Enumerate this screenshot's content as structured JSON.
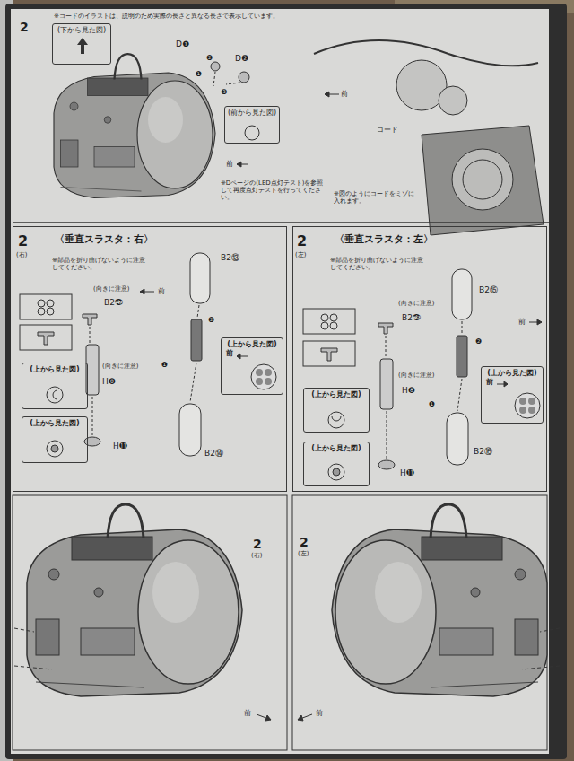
{
  "diagram": {
    "nodes": [
      {
        "text": [
          "(下から見た図)"
        ]
      },
      {
        "text": [
          "(前から見た図)"
        ]
      },
      {
        "text": [
          "〈垂直スラスタ：右〉"
        ]
      },
      {
        "text": [
          "(上から見た図)"
        ],
        "in": 2
      },
      {
        "text": [
          "(上から見た図)"
        ],
        "in": 2
      },
      {
        "text": [
          "(上から見た図)",
          "前"
        ],
        "in": 2
      },
      {
        "text": [
          "〈垂直スラスタ：左〉"
        ]
      },
      {
        "text": [
          "(上から見た図)"
        ],
        "in": 6
      },
      {
        "text": [
          "(上から見た図)"
        ],
        "in": 6
      },
      {
        "text": [
          "(上から見た図)",
          "前"
        ],
        "in": 6
      }
    ],
    "labels": [
      "※コードのイラストは、説明のため実際の長さと異なる長さで表示しています。",
      "2",
      "D❶",
      "D❷",
      "❷",
      "❶",
      "❸",
      "前",
      "※Dページの(LED点灯テスト)を参照して再度点灯テストを行ってください。",
      "前",
      "コード",
      "※図のようにコードをミゾに入れます。",
      "2",
      "(右)",
      "※部品を折り曲げないように注意してください。",
      "(向きに注意)",
      "B2㉗",
      "B2⑬",
      "前",
      "❷",
      "❶",
      "(向きに注意)",
      "H❽",
      "H⓫",
      "B2⑭",
      "2",
      "(左)",
      "※部品を折り曲げないように注意してください。",
      "(向きに注意)",
      "B2㉘",
      "B2⑮",
      "前",
      "❷",
      "❶",
      "(向きに注意)",
      "H❽",
      "H⓫",
      "B2⑯",
      "2",
      "(右)",
      "前",
      "2",
      "(左)",
      "前"
    ]
  }
}
